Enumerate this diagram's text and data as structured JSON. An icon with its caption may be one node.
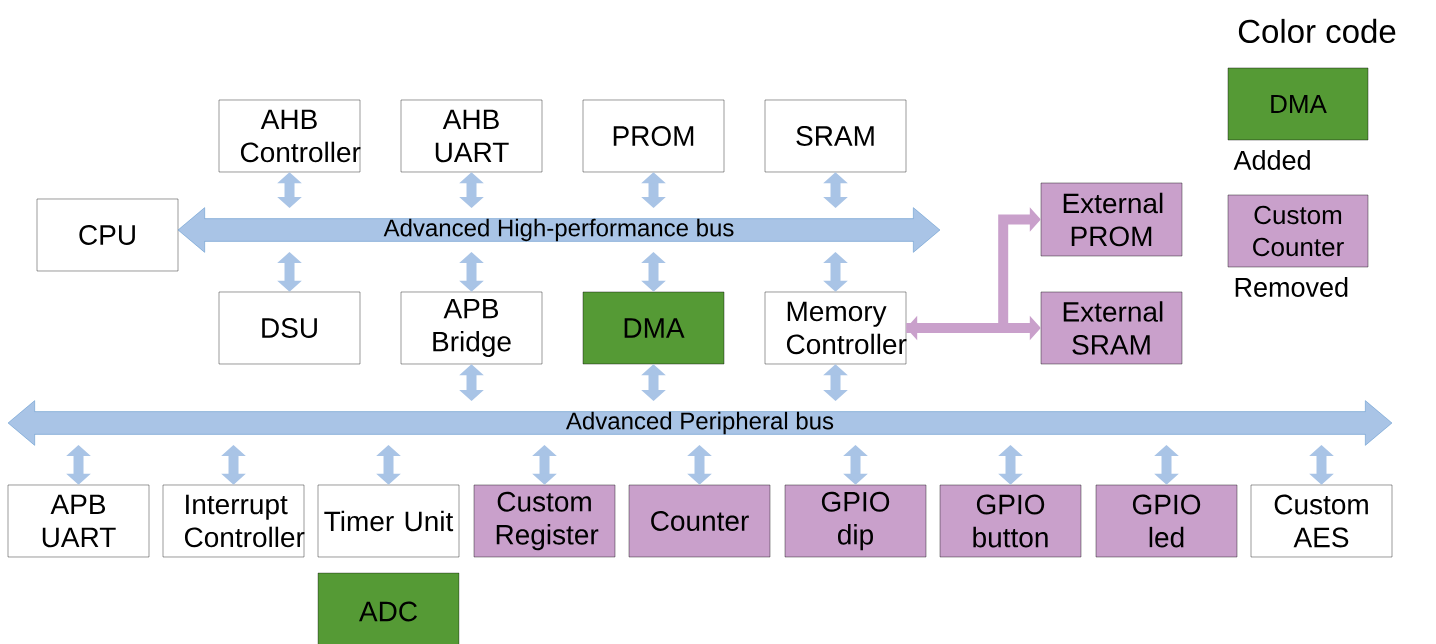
{
  "diagram": {
    "nodes": [
      {
        "text": [
          "AHB Controller"
        ]
      },
      {
        "text": [
          "AHB UART"
        ]
      },
      {
        "text": [
          "PROM"
        ]
      },
      {
        "text": [
          "SRAM"
        ]
      },
      {
        "text": [
          "CPU"
        ]
      },
      {
        "text": [
          "Advanced High-performance bus"
        ]
      },
      {
        "text": [
          "DSU"
        ]
      },
      {
        "text": [
          "APB Bridge"
        ]
      },
      {
        "text": [
          "DMA"
        ]
      },
      {
        "text": [
          "Memory Controller"
        ]
      },
      {
        "text": [
          "External PROM"
        ]
      },
      {
        "text": [
          "External SRAM"
        ]
      },
      {
        "text": [
          "Advanced Peripheral bus"
        ]
      },
      {
        "text": [
          "APB UART"
        ]
      },
      {
        "text": [
          "Interrupt Controller"
        ]
      },
      {
        "text": [
          "Timer Unit"
        ]
      },
      {
        "text": [
          "Custom Register"
        ]
      },
      {
        "text": [
          "Counter"
        ]
      },
      {
        "text": [
          "GPIO dip"
        ]
      },
      {
        "text": [
          "GPIO button"
        ]
      },
      {
        "text": [
          "GPIO led"
        ]
      },
      {
        "text": [
          "Custom AES"
        ]
      },
      {
        "text": [
          "ADC"
        ]
      }
    ],
    "edges": [
      {
        "from": 0,
        "to": 5,
        "arrow": "both"
      },
      {
        "from": 1,
        "to": 5,
        "arrow": "both"
      },
      {
        "from": 2,
        "to": 5,
        "arrow": "both"
      },
      {
        "from": 3,
        "to": 5,
        "arrow": "both"
      },
      {
        "from": 5,
        "to": 6,
        "arrow": "both"
      },
      {
        "from": 5,
        "to": 7,
        "arrow": "both"
      },
      {
        "from": 5,
        "to": 8,
        "arrow": "both"
      },
      {
        "from": 5,
        "to": 9,
        "arrow": "both"
      },
      {
        "from": 7,
        "to": 12,
        "arrow": "both"
      },
      {
        "from": 8,
        "to": 12,
        "arrow": "both"
      },
      {
        "from": 9,
        "to": 12,
        "arrow": "both"
      },
      {
        "from": 9,
        "to": 10,
        "arrow": "to",
        "color": "#c9a0cb"
      },
      {
        "from": 9,
        "to": 11,
        "arrow": "both",
        "color": "#c9a0cb"
      },
      {
        "from": 12,
        "to": 13,
        "arrow": "both"
      },
      {
        "from": 12,
        "to": 14,
        "arrow": "both"
      },
      {
        "from": 12,
        "to": 15,
        "arrow": "both"
      },
      {
        "from": 12,
        "to": 16,
        "arrow": "both"
      },
      {
        "from": 12,
        "to": 17,
        "arrow": "both"
      },
      {
        "from": 12,
        "to": 18,
        "arrow": "both"
      },
      {
        "from": 12,
        "to": 19,
        "arrow": "both"
      },
      {
        "from": 12,
        "to": 20,
        "arrow": "both"
      },
      {
        "from": 12,
        "to": 21,
        "arrow": "both"
      }
    ],
    "labels": [
      "Color code",
      "DMA",
      "Custom Counter"
    ],
    "legend": [
      {
        "text": "Added",
        "color": "#559a35"
      },
      {
        "text": "Removed",
        "color": "#c9a0cb"
      }
    ]
  }
}
